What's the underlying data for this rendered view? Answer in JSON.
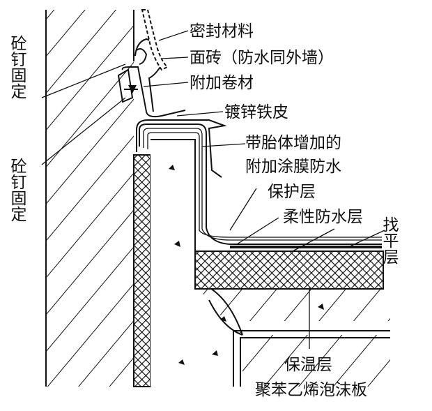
{
  "labels": {
    "sealant": "密封材料",
    "face_tile": "面砖（防水同外墙）",
    "extra_membrane": "附加卷材",
    "galvanized_sheet": "镀锌铁皮",
    "coating_line1": "带胎体增加的",
    "coating_line2": "附加涂膜防水",
    "protection_layer": "保护层",
    "flexible_waterproof": "柔性防水层",
    "leveling_layer": "找平层",
    "insulation_layer": "保温层",
    "eps_board": "聚苯乙烯泡沫板",
    "nail_fix_upper": "砼钉固定",
    "nail_fix_lower": "砼钉固定"
  },
  "colors": {
    "ink": "#111111",
    "background": "#ffffff"
  }
}
